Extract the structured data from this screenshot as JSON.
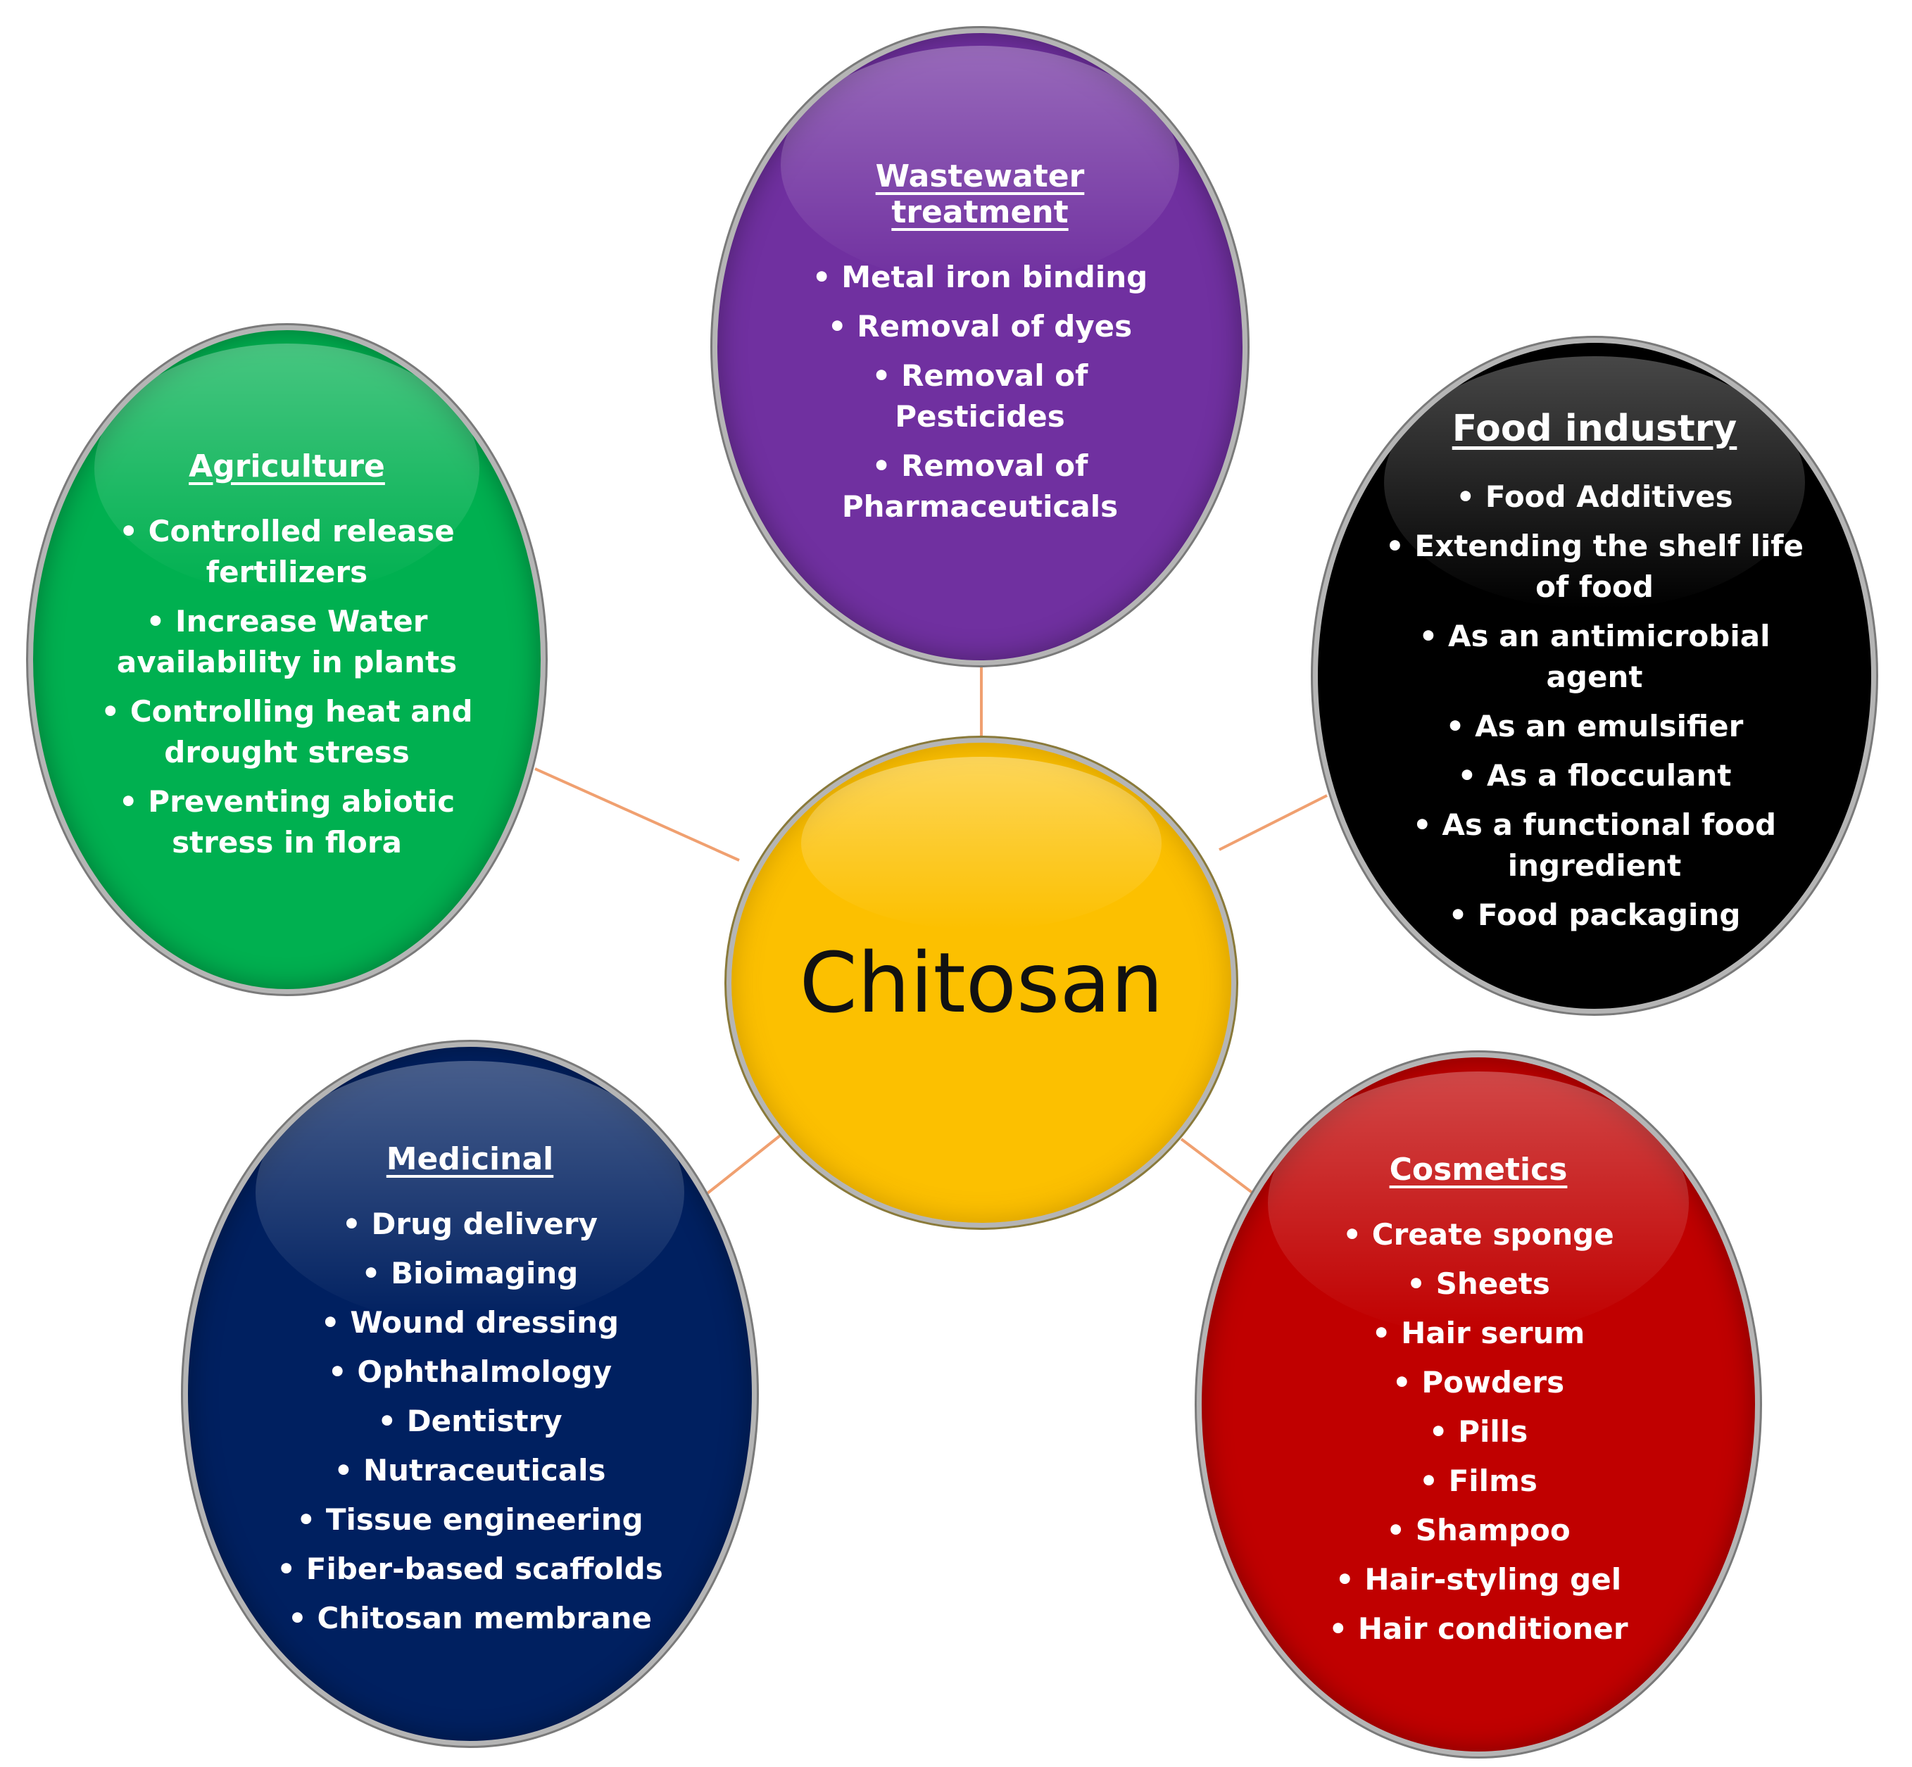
{
  "center": {
    "label": "Chitosan",
    "color": "#fcc000"
  },
  "connector_color": "#f0a070",
  "categories": [
    {
      "key": "wastewater",
      "color": "#7030a0",
      "heading": "Wastewater treatment",
      "items": [
        "Metal iron binding",
        "Removal of dyes",
        "Removal of\nPesticides",
        "Removal of\nPharmaceuticals"
      ]
    },
    {
      "key": "agriculture",
      "color": "#00b050",
      "heading": "Agriculture",
      "items": [
        "Controlled release\nfertilizers",
        "Increase Water\navailability in plants",
        "Controlling heat and\ndrought stress",
        "Preventing abiotic\nstress in flora"
      ]
    },
    {
      "key": "food",
      "color": "#000000",
      "heading": "Food industry",
      "items": [
        "Food Additives",
        "Extending the shelf life\nof food",
        "As an antimicrobial\nagent",
        "As an emulsifier",
        "As a flocculant",
        "As a functional food\ningredient",
        "Food packaging"
      ]
    },
    {
      "key": "medicinal",
      "color": "#002060",
      "heading": "Medicinal",
      "items": [
        "Drug delivery",
        "Bioimaging",
        "Wound dressing",
        "Ophthalmology",
        "Dentistry",
        "Nutraceuticals",
        "Tissue engineering",
        "Fiber-based scaffolds",
        "Chitosan membrane"
      ]
    },
    {
      "key": "cosmetics",
      "color": "#c00000",
      "heading": "Cosmetics",
      "items": [
        "Create sponge",
        "Sheets",
        "Hair serum",
        "Powders",
        "Pills",
        "Films",
        "Shampoo",
        "Hair-styling gel",
        "Hair conditioner"
      ]
    }
  ]
}
